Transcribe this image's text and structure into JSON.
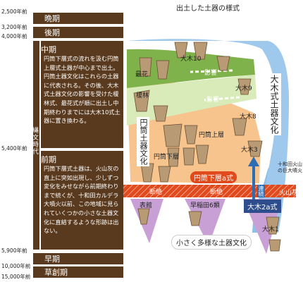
{
  "header": {
    "title": "出土した土器の様式"
  },
  "years": [
    "2,500年前",
    "3,200年前",
    "4,000年前",
    "5,400年前",
    "5,900年前",
    "10,000年前",
    "15,000年前"
  ],
  "periods": {
    "bankyo": "晩期",
    "kokyo": "後期",
    "chukyo": "中期",
    "zenki": "前期",
    "souki": "早期",
    "sousouki": "草創期",
    "era": "縄文時代"
  },
  "desc": {
    "middle": "円筒下層式の流れを汲む円筒上層式土器が中心まで出土。円筒土器文化はこれらの土器に代表される。その後、大木式土器文化の影響を受けた榎林式、最花式が順に出土し中期終わりまでには大木10式土器に置き換わる。",
    "early": "円筒下層式土器は、火山灰の直上に突如出現し、少しずつ変化をみせながら前期終わりまで続くが、十和田カルデラ大噴火以前、この地域に見られていくつかの小さな土器文化に直結するような形跡は出ない。"
  },
  "labels": {
    "saika": "最花",
    "enokibayashi": "榎林",
    "influence1": "影響",
    "influence2": "影響",
    "otoki10": "大木10",
    "otoki9": "大木9",
    "otoki8": "大木8",
    "otoki3": "大木3",
    "otoki1": "大木1",
    "otoki_culture": "大木式土器文化",
    "ento_culture": "円筒土器文化",
    "ento_upper": "円筒上層",
    "ento_lower": "円筒下層",
    "ento_lower_a": "円筒下層a式",
    "otoki2a": "大木2a式",
    "towada": "十和田火山の巨大噴火",
    "kazanbai": "火山灰",
    "danzetsu1": "断絶",
    "danzetsu2": "断絶",
    "renzoku": "連続",
    "omotedate": "表館",
    "hayainada": "早稲田6類",
    "small_cultures": "小さく多様な土器文化"
  },
  "colors": {
    "brown": "#5a3a1e",
    "orange": "#f8c48e",
    "green": "#7fb24a",
    "light_green": "#d8ebb8",
    "blue": "#8fc0e8",
    "lavender": "#c9a0d6",
    "red": "#e04a1c"
  }
}
